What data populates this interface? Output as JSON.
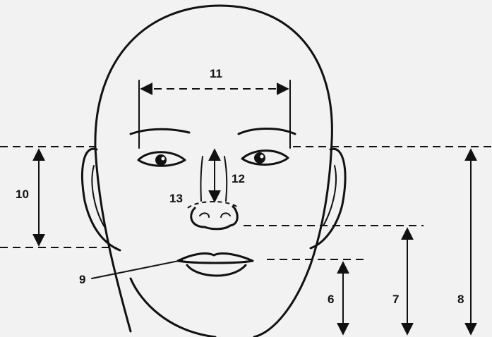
{
  "labels": {
    "m6": "6",
    "m7": "7",
    "m8": "8",
    "m9": "9",
    "m10": "10",
    "m11": "11",
    "m12": "12",
    "m13": "13"
  },
  "colors": {
    "background": "#f2f2f2",
    "ink": "#111111"
  }
}
